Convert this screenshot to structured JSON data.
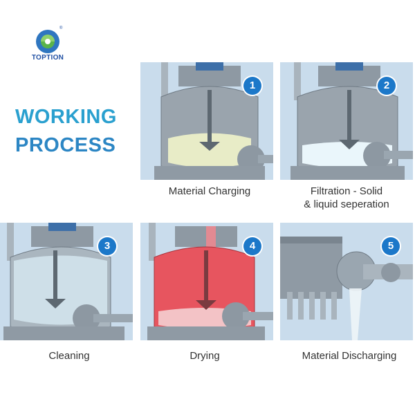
{
  "logo": {
    "brand": "TOPTION",
    "registered": "®"
  },
  "headline": {
    "line1": "WORKING",
    "line2": "PROCESS"
  },
  "colors": {
    "headline_top": "#2aa0cf",
    "headline_bottom": "#2c86c4",
    "badge": "#1c78c9",
    "panel_bg": "#c9dcec",
    "drying_fill": "#e7555f"
  },
  "steps": [
    {
      "number": "1",
      "caption": "Material Charging"
    },
    {
      "number": "2",
      "caption_line1": "Filtration - Solid",
      "caption_line2": "& liquid seperation"
    },
    {
      "number": "3",
      "caption": "Cleaning"
    },
    {
      "number": "4",
      "caption": "Drying"
    },
    {
      "number": "5",
      "caption": "Material Discharging"
    }
  ]
}
